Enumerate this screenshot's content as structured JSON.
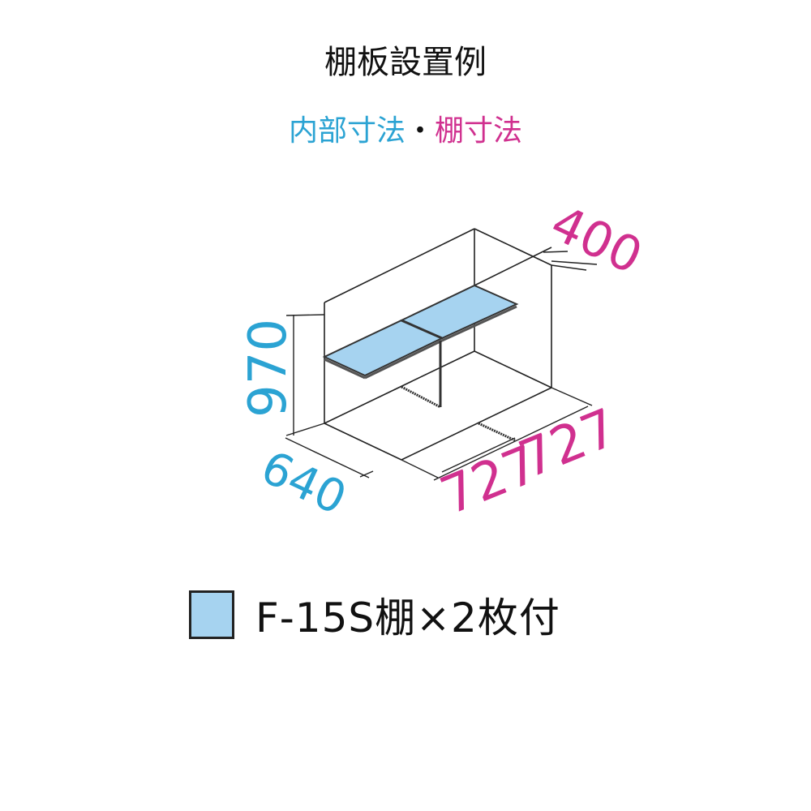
{
  "title": "棚板設置例",
  "subtitle": {
    "part_a": "内部寸法",
    "separator": "・",
    "part_b": "棚寸法"
  },
  "dimensions": {
    "height": "970",
    "depth": "640",
    "width_left": "727",
    "width_right": "727",
    "shelf_depth": "400"
  },
  "legend": {
    "label": "F-15S棚×2枚付"
  },
  "colors": {
    "cyan": "#2ba3d3",
    "magenta": "#d0308f",
    "shelf_fill": "#a6d3f0",
    "line": "#222222"
  }
}
